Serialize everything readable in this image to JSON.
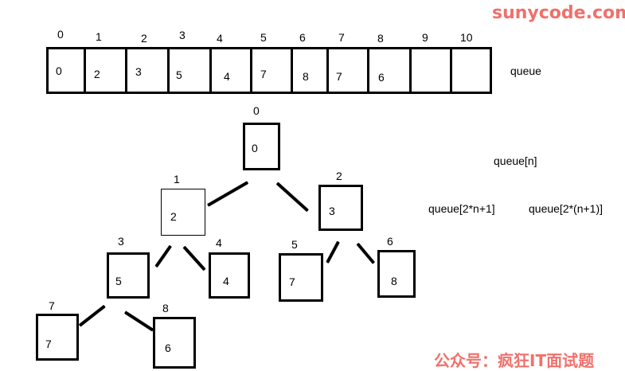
{
  "watermark_top": "sunycode.com",
  "watermark_bottom": "公众号：疯狂IT面试题",
  "queue_label": "queue",
  "indices": [
    "0",
    "1",
    "2",
    "3",
    "4",
    "5",
    "6",
    "7",
    "8",
    "9",
    "10"
  ],
  "array_values": [
    "0",
    "2",
    "3",
    "5",
    "4",
    "7",
    "8",
    "7",
    "6",
    "",
    ""
  ],
  "formulas": {
    "root": "queue[n]",
    "left": "queue[2*n+1]",
    "right": "queue[2*(n+1)]"
  },
  "tree_nodes": [
    {
      "index": "0",
      "value": "0"
    },
    {
      "index": "1",
      "value": "2"
    },
    {
      "index": "2",
      "value": "3"
    },
    {
      "index": "3",
      "value": "5"
    },
    {
      "index": "4",
      "value": "4"
    },
    {
      "index": "5",
      "value": "7"
    },
    {
      "index": "6",
      "value": "8"
    },
    {
      "index": "7",
      "value": "7"
    },
    {
      "index": "8",
      "value": "6"
    }
  ],
  "colors": {
    "watermark": "#f0706b",
    "stroke": "#000000"
  }
}
